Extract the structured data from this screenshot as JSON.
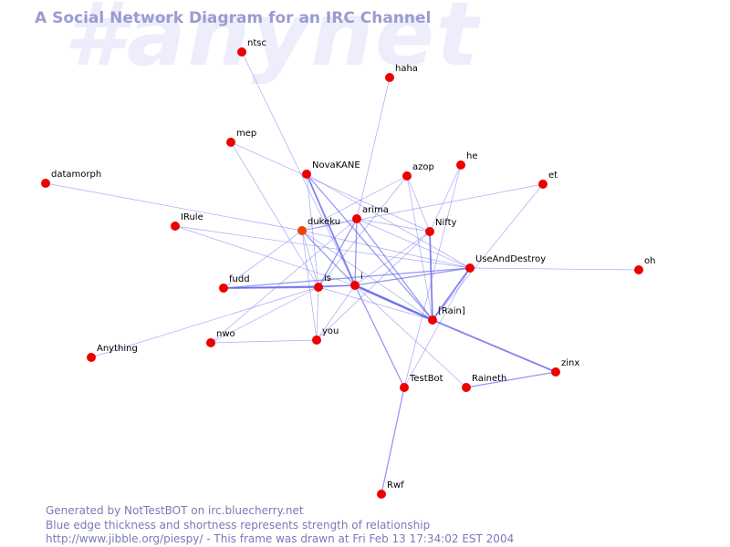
{
  "watermark": "#anynet",
  "title": "A Social Network Diagram for an IRC Channel",
  "footer": {
    "line1": "Generated by NotTestBOT on irc.bluecherry.net",
    "line2": "Blue edge thickness and shortness represents strength of relationship",
    "line3": "http://www.jibble.org/piespy/ - This frame was drawn at Fri Feb 13 17:34:02 EST 2004"
  },
  "colors": {
    "node": "#ee0000",
    "highlight_node": "#ee4400",
    "edge": "#6666ee",
    "title": "#9b9bd3",
    "footer": "#7a7ab8",
    "watermark": "#ededfb"
  },
  "nodes": [
    {
      "id": "ntsc",
      "label": "ntsc"
    },
    {
      "id": "haha",
      "label": "haha"
    },
    {
      "id": "mep",
      "label": "mep"
    },
    {
      "id": "novakane",
      "label": "NovaKANE"
    },
    {
      "id": "azop",
      "label": "azop"
    },
    {
      "id": "he",
      "label": "he"
    },
    {
      "id": "et",
      "label": "et"
    },
    {
      "id": "datamorph",
      "label": "datamorph"
    },
    {
      "id": "irule",
      "label": "IRule"
    },
    {
      "id": "dukeku",
      "label": "dukeku",
      "highlight": true
    },
    {
      "id": "arima",
      "label": "arima"
    },
    {
      "id": "nifty",
      "label": "Nifty"
    },
    {
      "id": "useanddestroy",
      "label": "UseAndDestroy"
    },
    {
      "id": "oh",
      "label": "oh"
    },
    {
      "id": "fudd",
      "label": "fudd"
    },
    {
      "id": "is",
      "label": "is"
    },
    {
      "id": "i",
      "label": "i"
    },
    {
      "id": "irain",
      "label": "[Rain]"
    },
    {
      "id": "nwo",
      "label": "nwo"
    },
    {
      "id": "you",
      "label": "you"
    },
    {
      "id": "anything",
      "label": "Anything"
    },
    {
      "id": "zinx",
      "label": "zinx"
    },
    {
      "id": "testbot",
      "label": "TestBot"
    },
    {
      "id": "raineth",
      "label": "Raineth"
    },
    {
      "id": "rwf",
      "label": "Rwf"
    }
  ],
  "edges": [
    {
      "from": "ntsc",
      "to": "i",
      "weight": 1
    },
    {
      "from": "haha",
      "to": "arima",
      "weight": 1
    },
    {
      "from": "mep",
      "to": "nifty",
      "weight": 1
    },
    {
      "from": "mep",
      "to": "is",
      "weight": 1
    },
    {
      "from": "novakane",
      "to": "i",
      "weight": 3
    },
    {
      "from": "novakane",
      "to": "irain",
      "weight": 2
    },
    {
      "from": "novakane",
      "to": "useanddestroy",
      "weight": 1
    },
    {
      "from": "novakane",
      "to": "is",
      "weight": 1
    },
    {
      "from": "azop",
      "to": "dukeku",
      "weight": 1
    },
    {
      "from": "azop",
      "to": "is",
      "weight": 1
    },
    {
      "from": "azop",
      "to": "nifty",
      "weight": 1
    },
    {
      "from": "azop",
      "to": "irain",
      "weight": 1
    },
    {
      "from": "he",
      "to": "nifty",
      "weight": 1
    },
    {
      "from": "he",
      "to": "testbot",
      "weight": 1
    },
    {
      "from": "et",
      "to": "irain",
      "weight": 1
    },
    {
      "from": "et",
      "to": "dukeku",
      "weight": 1
    },
    {
      "from": "datamorph",
      "to": "dukeku",
      "weight": 1
    },
    {
      "from": "irule",
      "to": "i",
      "weight": 1
    },
    {
      "from": "irule",
      "to": "useanddestroy",
      "weight": 1
    },
    {
      "from": "dukeku",
      "to": "arima",
      "weight": 1
    },
    {
      "from": "dukeku",
      "to": "i",
      "weight": 2
    },
    {
      "from": "dukeku",
      "to": "is",
      "weight": 1
    },
    {
      "from": "dukeku",
      "to": "you",
      "weight": 1
    },
    {
      "from": "dukeku",
      "to": "useanddestroy",
      "weight": 1
    },
    {
      "from": "dukeku",
      "to": "irain",
      "weight": 1
    },
    {
      "from": "dukeku",
      "to": "fudd",
      "weight": 1
    },
    {
      "from": "arima",
      "to": "i",
      "weight": 2
    },
    {
      "from": "arima",
      "to": "is",
      "weight": 2
    },
    {
      "from": "arima",
      "to": "nifty",
      "weight": 1
    },
    {
      "from": "arima",
      "to": "useanddestroy",
      "weight": 1
    },
    {
      "from": "arima",
      "to": "irain",
      "weight": 2
    },
    {
      "from": "arima",
      "to": "nwo",
      "weight": 1
    },
    {
      "from": "nifty",
      "to": "irain",
      "weight": 3
    },
    {
      "from": "nifty",
      "to": "i",
      "weight": 1
    },
    {
      "from": "nifty",
      "to": "you",
      "weight": 1
    },
    {
      "from": "useanddestroy",
      "to": "oh",
      "weight": 1
    },
    {
      "from": "useanddestroy",
      "to": "i",
      "weight": 2
    },
    {
      "from": "useanddestroy",
      "to": "fudd",
      "weight": 2
    },
    {
      "from": "useanddestroy",
      "to": "irain",
      "weight": 3
    },
    {
      "from": "useanddestroy",
      "to": "testbot",
      "weight": 1
    },
    {
      "from": "fudd",
      "to": "is",
      "weight": 3
    },
    {
      "from": "fudd",
      "to": "i",
      "weight": 2
    },
    {
      "from": "is",
      "to": "i",
      "weight": 2
    },
    {
      "from": "is",
      "to": "irain",
      "weight": 1
    },
    {
      "from": "is",
      "to": "you",
      "weight": 1
    },
    {
      "from": "is",
      "to": "nwo",
      "weight": 1
    },
    {
      "from": "i",
      "to": "irain",
      "weight": 4
    },
    {
      "from": "i",
      "to": "testbot",
      "weight": 2
    },
    {
      "from": "i",
      "to": "you",
      "weight": 1
    },
    {
      "from": "i",
      "to": "raineth",
      "weight": 1
    },
    {
      "from": "irain",
      "to": "zinx",
      "weight": 3
    },
    {
      "from": "raineth",
      "to": "zinx",
      "weight": 2
    },
    {
      "from": "nwo",
      "to": "you",
      "weight": 1
    },
    {
      "from": "anything",
      "to": "is",
      "weight": 1
    },
    {
      "from": "testbot",
      "to": "rwf",
      "weight": 2
    }
  ]
}
